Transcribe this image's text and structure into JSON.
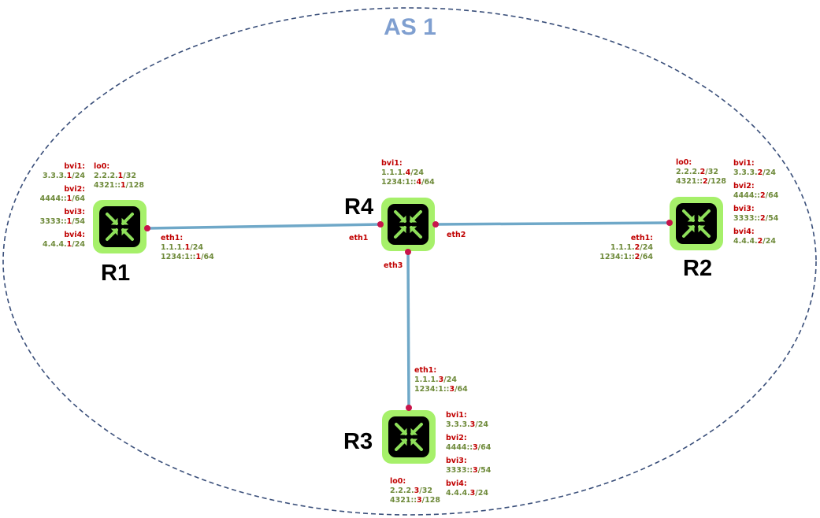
{
  "as_label": "AS 1",
  "routers": {
    "r1": {
      "name": "R1",
      "bvi1": {
        "key": "bvi1:",
        "a": "3.3.3.",
        "h": "1",
        "b": "/24"
      },
      "bvi2": {
        "key": "bvi2:",
        "a": "4444::",
        "h": "1",
        "b": "/64"
      },
      "bvi3": {
        "key": "bvi3:",
        "a": "3333::",
        "h": "1",
        "b": "/54"
      },
      "bvi4": {
        "key": "bvi4:",
        "a": "4.4.4.",
        "h": "1",
        "b": "/24"
      },
      "lo0": {
        "key": "lo0:",
        "a1": "2.2.2.",
        "h1": "1",
        "b1": "/32",
        "a2": "4321::",
        "h2": "1",
        "b2": "/128"
      },
      "eth1": {
        "key": "eth1:",
        "a1": "1.1.1.",
        "h1": "1",
        "b1": "/24",
        "a2": "1234:1::",
        "h2": "1",
        "b2": "/64"
      }
    },
    "r2": {
      "name": "R2",
      "bvi1": {
        "key": "bvi1:",
        "a": "3.3.3.",
        "h": "2",
        "b": "/24"
      },
      "bvi2": {
        "key": "bvi2:",
        "a": "4444::",
        "h": "2",
        "b": "/64"
      },
      "bvi3": {
        "key": "bvi3:",
        "a": "3333::",
        "h": "2",
        "b": "/54"
      },
      "bvi4": {
        "key": "bvi4:",
        "a": "4.4.4.",
        "h": "2",
        "b": "/24"
      },
      "lo0": {
        "key": "lo0:",
        "a1": "2.2.2.",
        "h1": "2",
        "b1": "/32",
        "a2": "4321::",
        "h2": "2",
        "b2": "/128"
      },
      "eth1": {
        "key": "eth1:",
        "a1": "1.1.1.",
        "h1": "2",
        "b1": "/24",
        "a2": "1234:1::",
        "h2": "2",
        "b2": "/64"
      }
    },
    "r3": {
      "name": "R3",
      "bvi1": {
        "key": "bvi1:",
        "a": "3.3.3.",
        "h": "3",
        "b": "/24"
      },
      "bvi2": {
        "key": "bvi2:",
        "a": "4444::",
        "h": "3",
        "b": "/64"
      },
      "bvi3": {
        "key": "bvi3:",
        "a": "3333::",
        "h": "3",
        "b": "/54"
      },
      "bvi4": {
        "key": "bvi4:",
        "a": "4.4.4.",
        "h": "3",
        "b": "/24"
      },
      "lo0": {
        "key": "lo0:",
        "a1": "2.2.2.",
        "h1": "3",
        "b1": "/32",
        "a2": "4321::",
        "h2": "3",
        "b2": "/128"
      },
      "eth1": {
        "key": "eth1:",
        "a1": "1.1.1.",
        "h1": "3",
        "b1": "/24",
        "a2": "1234:1::",
        "h2": "3",
        "b2": "/64"
      }
    },
    "r4": {
      "name": "R4",
      "bvi1": {
        "key": "bvi1:",
        "a1": "1.1.1.",
        "h1": "4",
        "b1": "/24",
        "a2": "1234:1::",
        "h2": "4",
        "b2": "/64"
      },
      "eth1": "eth1",
      "eth2": "eth2",
      "eth3": "eth3"
    }
  },
  "colors": {
    "link": "#6fa8c8",
    "port": "#c8144a",
    "router_outer": "#a6f06a",
    "router_inner": "#000000",
    "arrows": "#8ee05a",
    "ellipse": "#3a4f7a",
    "as_label": "#7f9fd0"
  },
  "icons": {
    "router": "router-arrows-icon"
  }
}
